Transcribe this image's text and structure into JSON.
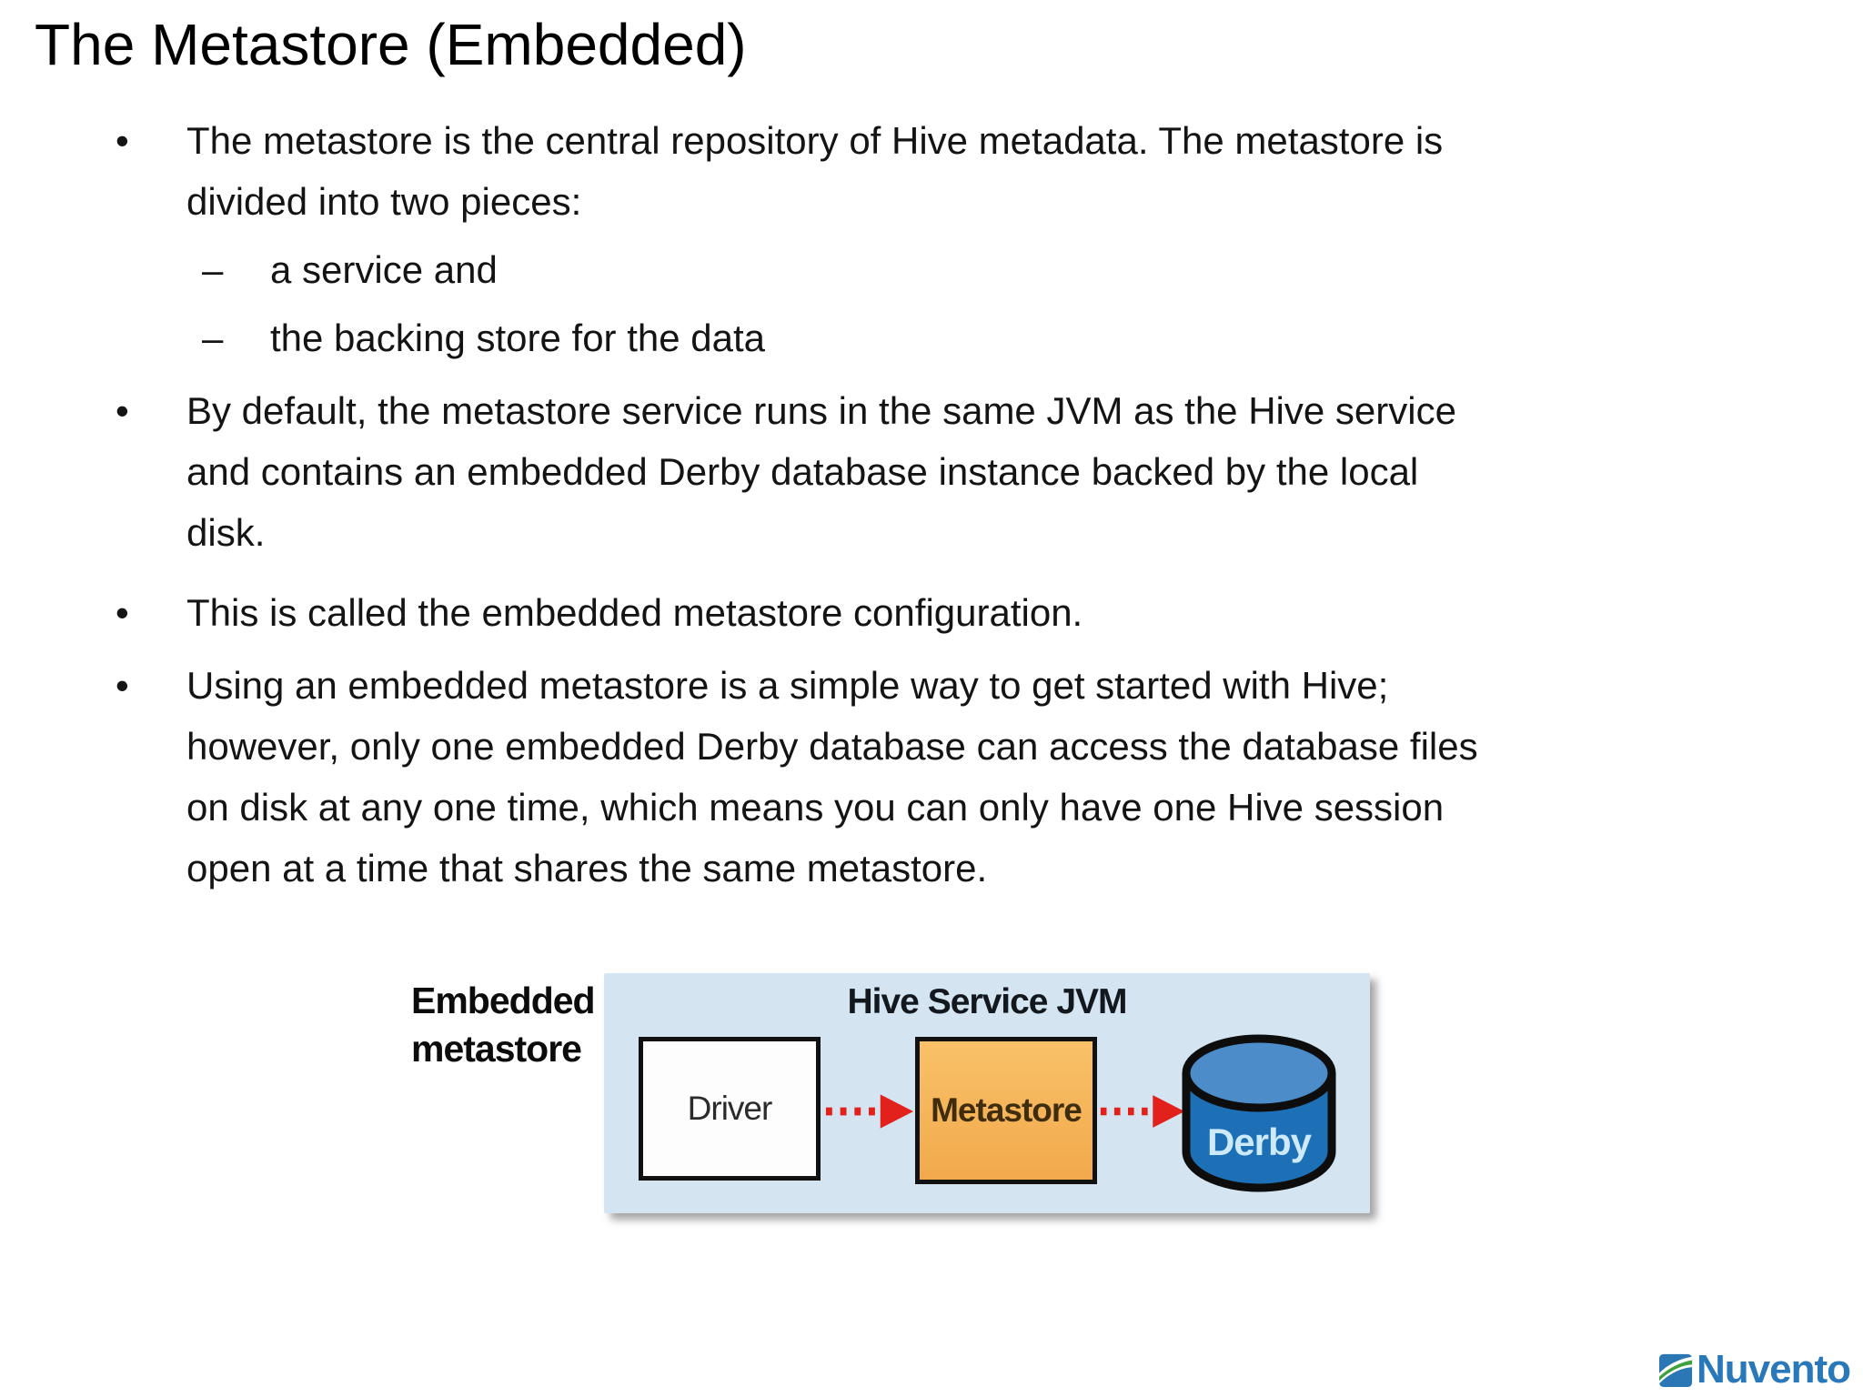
{
  "slide": {
    "title": "The Metastore (Embedded)",
    "markers": {
      "level1": "•",
      "level2": "–"
    },
    "bullets": [
      {
        "level": 1,
        "lines": [
          "The metastore is the central repository of Hive metadata. The metastore is",
          "divided into two pieces:"
        ]
      },
      {
        "level": 2,
        "lines": [
          "a service and"
        ]
      },
      {
        "level": 2,
        "lines": [
          "the backing store for the data"
        ]
      },
      {
        "level": 1,
        "lines": [
          "By default, the metastore service runs in the same JVM as the Hive service",
          "and contains an embedded Derby database instance backed by the local",
          "disk."
        ]
      },
      {
        "level": 1,
        "lines": [
          "This is called the embedded metastore configuration."
        ]
      },
      {
        "level": 1,
        "lines": [
          "Using an embedded metastore is a simple way to get started with Hive;",
          "however, only one embedded Derby database can access the database files",
          "on disk at any one time, which means you can only have one Hive session",
          "open at a time that shares the same metastore."
        ]
      }
    ]
  },
  "diagram": {
    "side_label_lines": [
      "Embedded",
      "metastore"
    ],
    "container_title": "Hive Service JVM",
    "nodes": [
      {
        "id": "driver",
        "label": "Driver",
        "shape": "white-rect"
      },
      {
        "id": "metastore",
        "label": "Metastore",
        "shape": "orange-rect"
      },
      {
        "id": "derby",
        "label": "Derby",
        "shape": "blue-cylinder"
      }
    ],
    "edges": [
      {
        "from": "driver",
        "to": "metastore",
        "style": "red-dotted-arrow"
      },
      {
        "from": "metastore",
        "to": "derby",
        "style": "red-dotted-arrow"
      }
    ],
    "colors": {
      "jvm_box_bg": "#d4e4f0",
      "driver_fill": "#fdfdfd",
      "metastore_fill": "#f6b357",
      "derby_body": "#1e70b6",
      "derby_top": "#4c8dc9",
      "arrow_red": "#e2211c",
      "outline": "#111111"
    }
  },
  "footer": {
    "logo_text": "Nuvento",
    "logo_icon": "nuvento-wave-icon",
    "logo_blue": "#2878ba",
    "logo_green": "#3fa23f"
  }
}
